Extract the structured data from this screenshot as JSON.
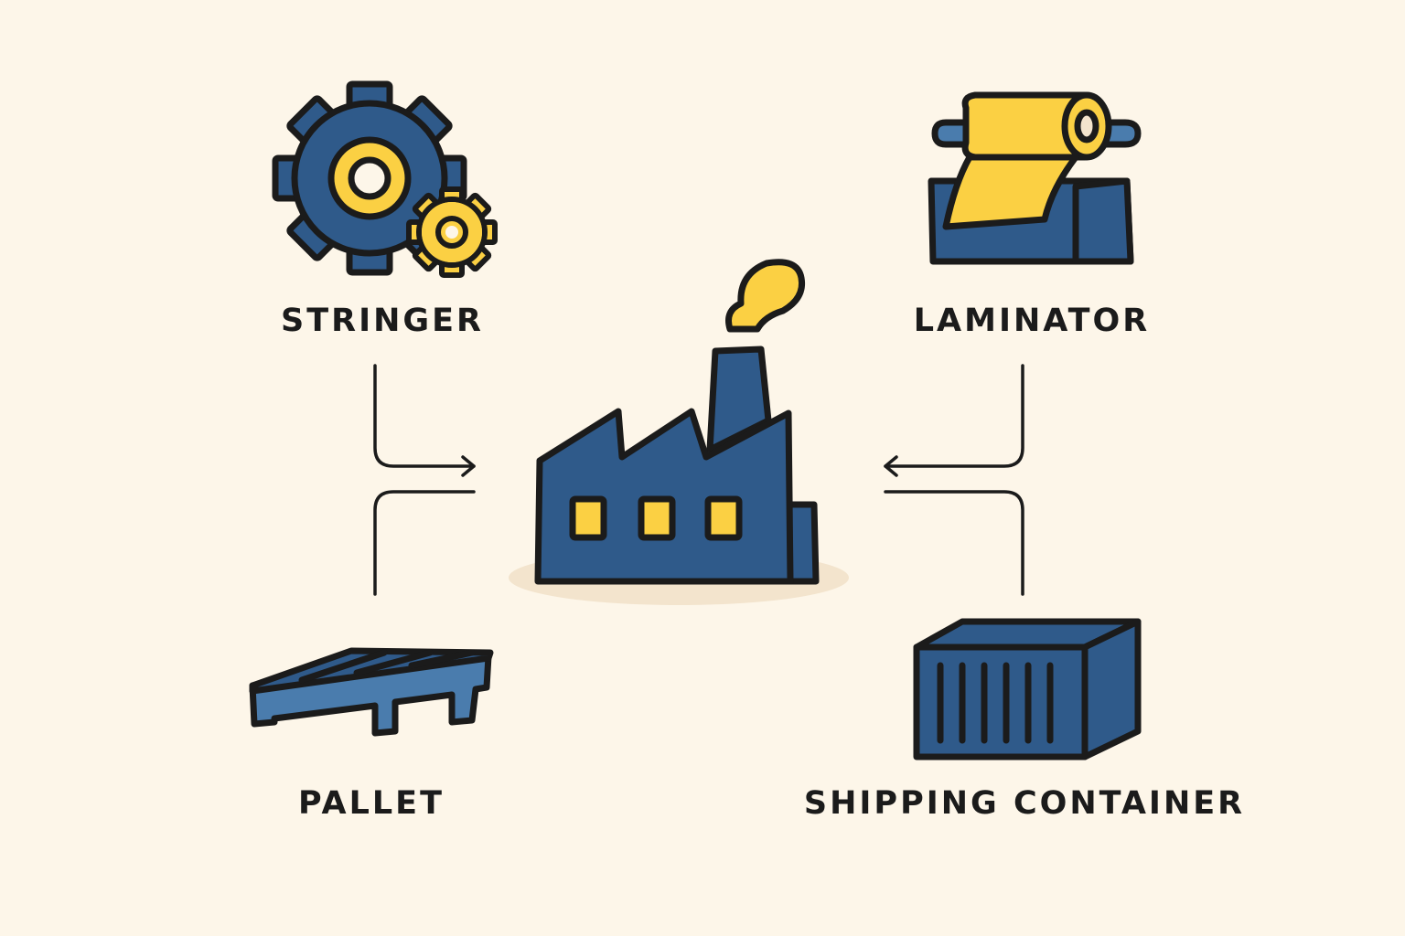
{
  "colors": {
    "background": "#fdf6e9",
    "primary_blue": "#2f5a8a",
    "light_blue": "#4a7cad",
    "accent_yellow": "#fbd043",
    "outline": "#1b1b1b",
    "shadow": "#f3e4cd"
  },
  "nodes": {
    "stringer": {
      "label": "STRINGER",
      "icon": "gears-icon"
    },
    "laminator": {
      "label": "LAMINATOR",
      "icon": "laminator-roll-icon"
    },
    "pallet": {
      "label": "PALLET",
      "icon": "pallet-icon"
    },
    "shipping_container": {
      "label": "SHIPPING CONTAINER",
      "icon": "shipping-container-icon"
    },
    "factory": {
      "icon": "factory-icon"
    }
  }
}
